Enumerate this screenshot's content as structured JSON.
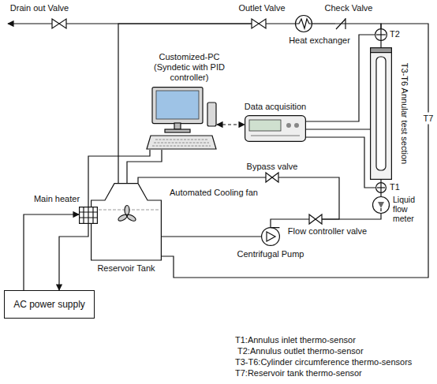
{
  "diagram": {
    "nodes": [
      {
        "text": [
          "Drain out Valve"
        ]
      },
      {
        "text": [
          "Outlet Valve"
        ]
      },
      {
        "text": [
          "Check Valve"
        ]
      },
      {
        "text": [
          "Heat exchanger"
        ]
      },
      {
        "text": [
          "T2"
        ]
      },
      {
        "text": [
          "Customized-PC (Syndetic with PID controller)"
        ]
      },
      {
        "text": [
          "Data acquisition"
        ]
      },
      {
        "text": [
          "T3-T6 Annular test section"
        ]
      },
      {
        "text": [
          "T1"
        ]
      },
      {
        "text": [
          "Liquid flow meter"
        ]
      },
      {
        "text": [
          "Bypass valve"
        ]
      },
      {
        "text": [
          "Reservoir Tank"
        ]
      },
      {
        "text": [
          "Automated Cooling fan"
        ],
        "in": 11
      },
      {
        "text": [
          "Main heater"
        ]
      },
      {
        "text": [
          "Flow controller valve"
        ]
      },
      {
        "text": [
          "Centrifugal Pump"
        ]
      },
      {
        "text": [
          "AC power supply"
        ]
      }
    ],
    "edges": [
      {
        "from": 15,
        "to": 14,
        "arrow": "none"
      },
      {
        "from": 14,
        "to": 9,
        "arrow": "none"
      },
      {
        "from": 9,
        "to": 8,
        "arrow": "none"
      },
      {
        "from": 8,
        "to": 7,
        "arrow": "none"
      },
      {
        "from": 7,
        "to": 4,
        "arrow": "none"
      },
      {
        "from": 4,
        "to": 2,
        "arrow": "none"
      },
      {
        "from": 2,
        "to": 3,
        "arrow": "none"
      },
      {
        "from": 3,
        "to": 1,
        "arrow": "none"
      },
      {
        "from": 1,
        "to": 0,
        "arrow": "none"
      },
      {
        "from": 1,
        "to": 11,
        "arrow": "none"
      },
      {
        "from": 11,
        "to": 15,
        "arrow": "none"
      },
      {
        "from": 11,
        "to": 10,
        "arrow": "none"
      },
      {
        "from": 10,
        "to": 14,
        "arrow": "none"
      },
      {
        "from": 16,
        "to": 13,
        "arrow": "to"
      },
      {
        "from": 13,
        "to": 16,
        "arrow": "to"
      },
      {
        "from": 5,
        "to": 6,
        "arrow": "both"
      },
      {
        "from": 6,
        "to": 4,
        "arrow": "none"
      },
      {
        "from": 6,
        "to": 7,
        "arrow": "none"
      },
      {
        "from": 6,
        "to": 8,
        "arrow": "none"
      },
      {
        "from": 5,
        "to": 12,
        "arrow": "none"
      },
      {
        "from": 5,
        "to": 13,
        "arrow": "none"
      },
      {
        "from": 11,
        "to": 4,
        "label": "T7",
        "arrow": "none"
      }
    ],
    "labels": [
      "T1:Annulus inlet thermo-sensor",
      "T2:Annulus outlet thermo-sensor",
      "T3-T6:Cylinder circumference thermo-sensors",
      "T7:Reservoir tank thermo-sensor"
    ]
  }
}
